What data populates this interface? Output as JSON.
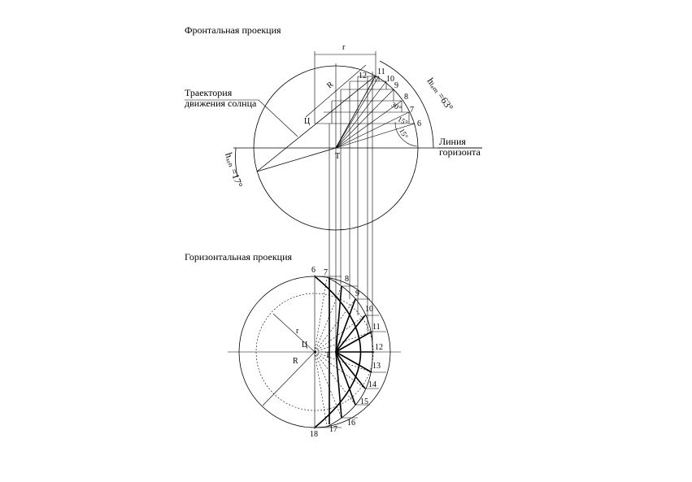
{
  "labels": {
    "frontal_title": "Фронтальная проекция",
    "horizontal_title": "Горизонтальная проекция",
    "trajectory_line1": "Траектория",
    "trajectory_line2": "движения солнца",
    "horizon_line1": "Линия",
    "horizon_line2": "горизонта",
    "h_summer": "hₗₑₘ =63°",
    "h_winter": "hₓₑₙ =17°",
    "angle_30": "30°",
    "angle_15": "15°",
    "r": "r",
    "R": "R",
    "center": "Ц",
    "T": "Т"
  },
  "frontal_hours": [
    "12",
    "11",
    "10",
    "9",
    "8",
    "7",
    "6"
  ],
  "horizontal_hours": [
    "6",
    "7",
    "8",
    "9",
    "10",
    "11",
    "12",
    "13",
    "14",
    "15",
    "16",
    "17",
    "18"
  ]
}
